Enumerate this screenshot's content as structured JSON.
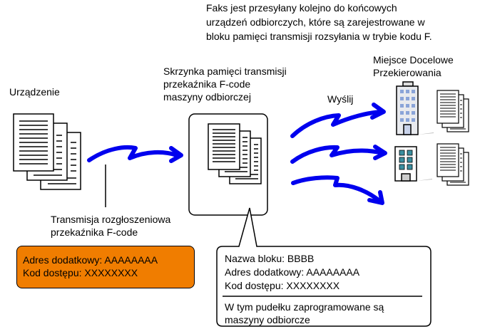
{
  "header_note": {
    "lines": [
      "Faks jest przesyłany kolejno do końcowych",
      "urządzeń odbiorczych, które są zarejestrowane w",
      "bloku pamięci transmisji rozsyłania w trybie kodu F."
    ]
  },
  "labels": {
    "device": "Urządzenie",
    "relay_box": [
      "Skrzynka pamięci transmisji",
      "przekaźnika F-code",
      "maszyny odbiorczej"
    ],
    "destination": [
      "Miejsce Docelowe",
      "Przekierowania"
    ],
    "send": "Wyślij",
    "relay_broadcast": [
      "Transmisja rozgłoszeniowa",
      "przekaźnika F-code"
    ]
  },
  "orange_box": {
    "sub_address": "Adres dodatkowy: AAAAAAAA",
    "passcode": "Kod dostępu: XXXXXXXX",
    "color": "#f07d00"
  },
  "callout": {
    "box_name": "Nazwa bloku: BBBB",
    "sub_address": "Adres dodatkowy: AAAAAAAA",
    "passcode": "Kod dostępu: XXXXXXXX",
    "note": [
      "W tym pudełku zaprogramowane są",
      "maszyny odbiorcze"
    ]
  },
  "colors": {
    "arrow": "#0000ee",
    "building_window_blue": "#8aa4d8",
    "building_window_teal": "#3a8fa0"
  },
  "icons": [
    "document-stack-icon",
    "relay-box-icon",
    "office-building-icon",
    "small-building-icon",
    "arrow-icon"
  ]
}
